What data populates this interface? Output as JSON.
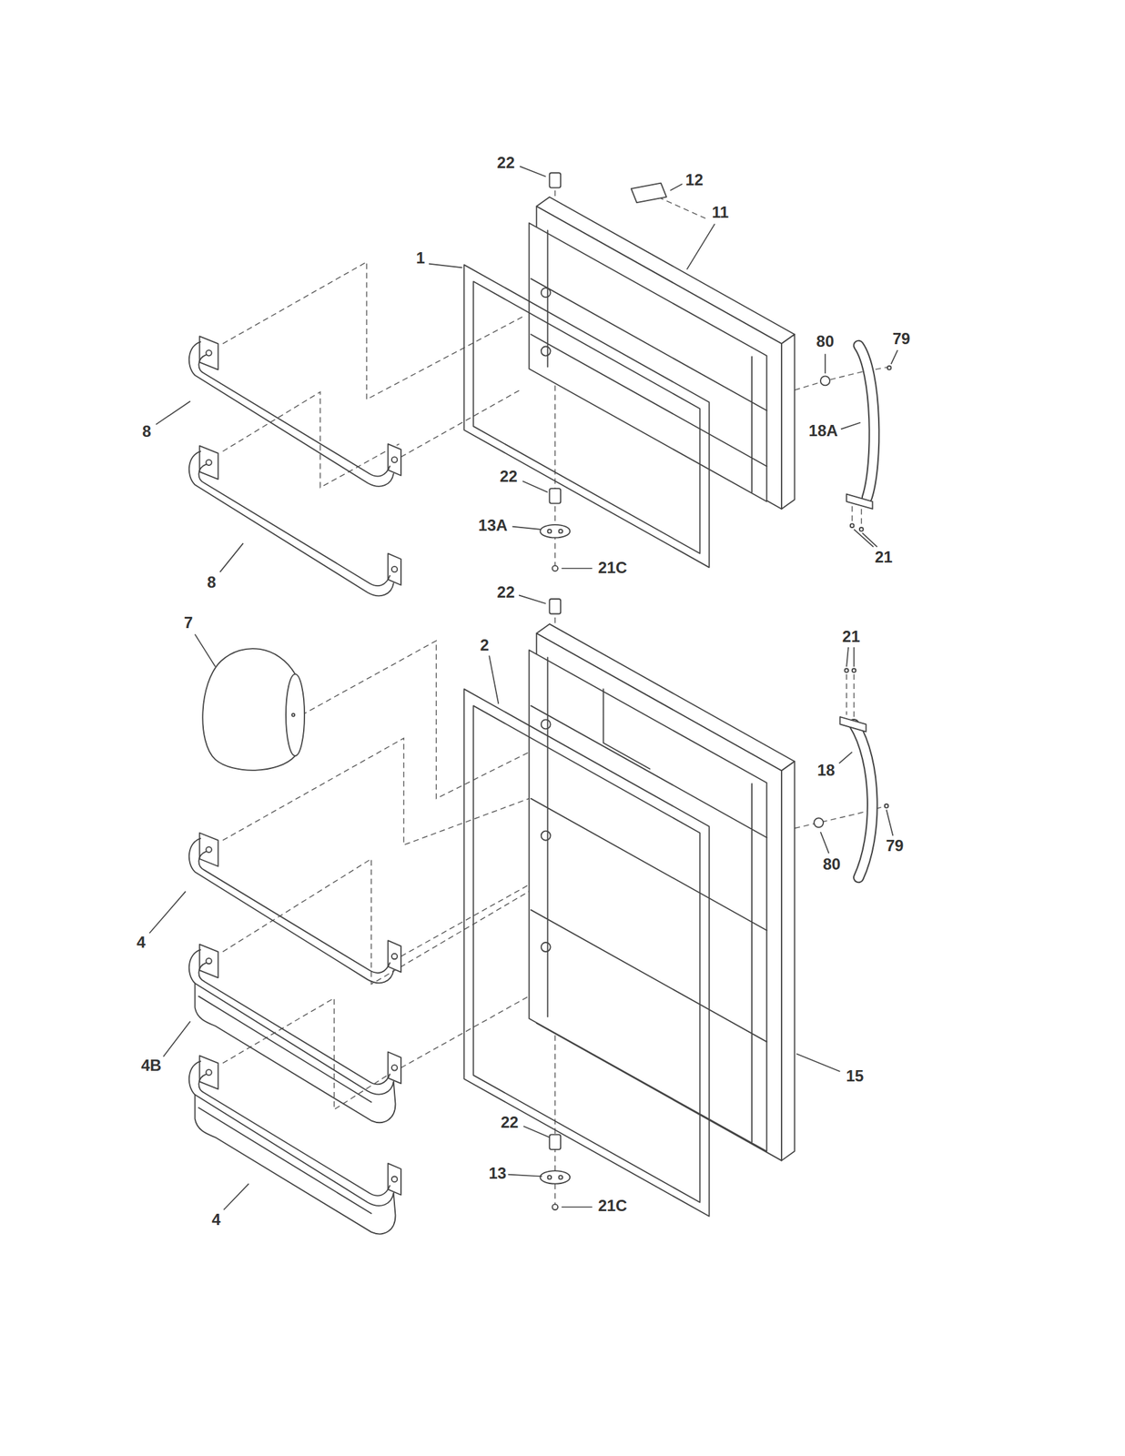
{
  "diagram": {
    "labels": [
      "22",
      "12",
      "11",
      "1",
      "80",
      "79",
      "8",
      "18A",
      "22",
      "13A",
      "21C",
      "21",
      "8",
      "22",
      "7",
      "2",
      "21",
      "18",
      "80",
      "79",
      "4",
      "4B",
      "15",
      "22",
      "13",
      "21C",
      "4"
    ]
  }
}
